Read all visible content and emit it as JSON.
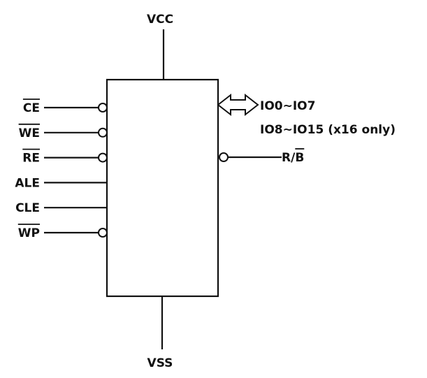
{
  "power": {
    "top": "VCC",
    "bottom": "VSS"
  },
  "left_pins": [
    {
      "label": "CE",
      "active_low": true
    },
    {
      "label": "WE",
      "active_low": true
    },
    {
      "label": "RE",
      "active_low": true
    },
    {
      "label": "ALE",
      "active_low": false
    },
    {
      "label": "CLE",
      "active_low": false
    },
    {
      "label": "WP",
      "active_low": true
    }
  ],
  "right_pins": {
    "io_primary": "IO0~IO7",
    "io_secondary": "IO8~IO15 (x16 only)",
    "ready_busy": {
      "prefix": "R/",
      "suffix": "B",
      "suffix_overbar": true
    }
  },
  "colors": {
    "ink": "#111111",
    "background": "#ffffff"
  }
}
